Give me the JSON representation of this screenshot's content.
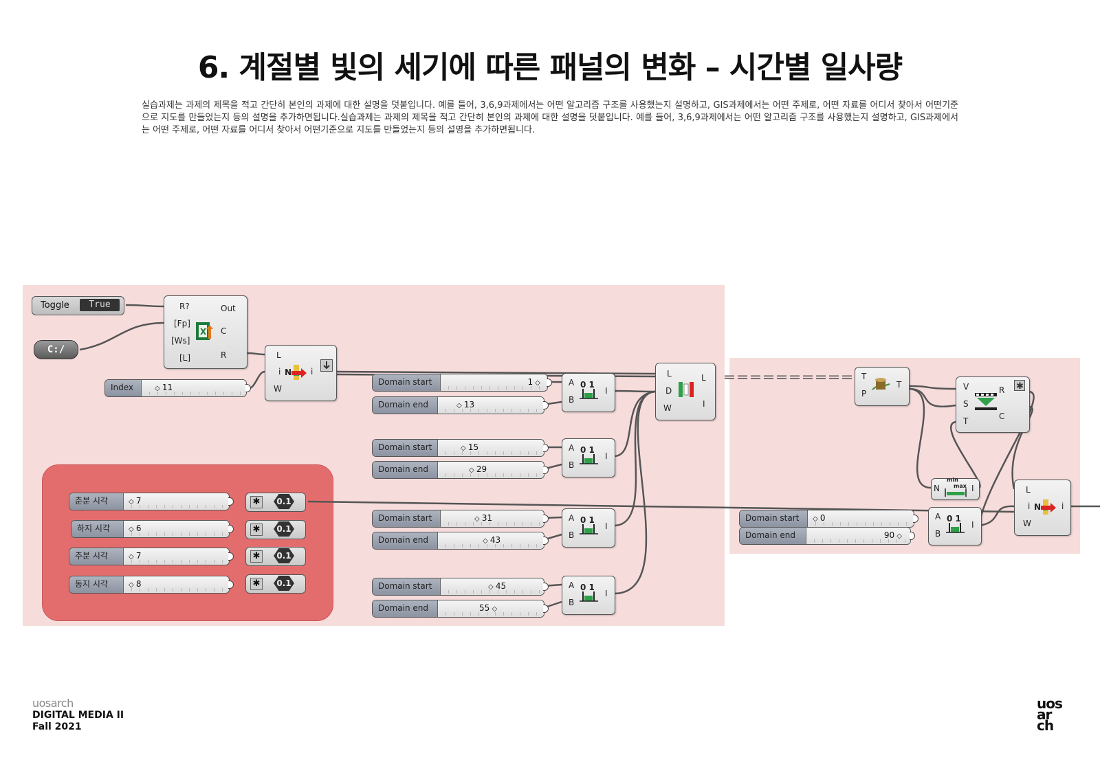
{
  "page": {
    "title": "6. 계절별 빛의 세기에 따른 패널의 변화 – 시간별 일사량",
    "description": "실습과제는 과제의 제목을 적고 간단히 본인의 과제에 대한 설명을 덧붙입니다. 예를 들어, 3,6,9과제에서는 어떤 알고리즘 구조를 사용했는지 설명하고, GIS과제에서는 어떤 주제로, 어떤 자료를 어디서 찾아서 어떤기준으로 지도를 만들었는지 등의 설명을 추가하면됩니다.실습과제는 과제의 제목을 적고 간단히 본인의 과제에 대한 설명을 덧붙입니다. 예를 들어, 3,6,9과제에서는 어떤 알고리즘 구조를 사용했는지 설명하고, GIS과제에서는 어떤 주제로, 어떤 자료를 어디서 찾아서 어떤기준으로 지도를 만들었는지 등의 설명을 추가하면됩니다."
  },
  "toggle": {
    "label": "Toggle",
    "value": "True"
  },
  "path": {
    "label": "C:/"
  },
  "excel_reader": {
    "inputs": [
      "R?",
      "[Fp]",
      "[Ws]",
      "[L]"
    ],
    "outputs": [
      "Out",
      "C",
      "R"
    ]
  },
  "index_slider": {
    "name": "Index",
    "value": "11"
  },
  "list_item_1": {
    "inputs": [
      "L",
      "i",
      "W"
    ],
    "outputs": [
      "i"
    ]
  },
  "domains": [
    {
      "start_label": "Domain start",
      "start_value": "1",
      "end_label": "Domain end",
      "end_value": "13"
    },
    {
      "start_label": "Domain start",
      "start_value": "15",
      "end_label": "Domain end",
      "end_value": "29"
    },
    {
      "start_label": "Domain start",
      "start_value": "31",
      "end_label": "Domain end",
      "end_value": "43"
    },
    {
      "start_label": "Domain start",
      "start_value": "45",
      "end_label": "Domain end",
      "end_value": "55"
    }
  ],
  "range_component": {
    "inputs": [
      "A",
      "B"
    ],
    "outputs": [
      "I"
    ]
  },
  "season_sliders": [
    {
      "name": "춘분 시각",
      "value": "7",
      "multiplier": "0.1"
    },
    {
      "name": "하지 시각",
      "value": "6",
      "multiplier": "0.1"
    },
    {
      "name": "추분 시각",
      "value": "7",
      "multiplier": "0.1"
    },
    {
      "name": "동지 시각",
      "value": "8",
      "multiplier": "0.1"
    }
  ],
  "sublist": {
    "inputs": [
      "L",
      "D",
      "W"
    ],
    "outputs": [
      "L",
      "I"
    ]
  },
  "tree_shift": {
    "inputs": [
      "T",
      "P"
    ],
    "outputs": [
      "T"
    ]
  },
  "remap": {
    "inputs": [
      "V",
      "S",
      "T"
    ],
    "outputs": [
      "R",
      "C"
    ]
  },
  "bounds": {
    "label_top": "min",
    "label_bottom": "max",
    "inputs": [
      "N"
    ],
    "outputs": [
      "I"
    ]
  },
  "right_domain": {
    "start_label": "Domain start",
    "start_value": "0",
    "end_label": "Domain end",
    "end_value": "90"
  },
  "list_item_2": {
    "inputs": [
      "L",
      "i",
      "W"
    ],
    "outputs": [
      "i"
    ]
  },
  "footer": {
    "logo_small": "uosarch",
    "course": "DIGITAL MEDIA II",
    "term": "Fall 2021",
    "uos_logo_lines": [
      "uos",
      "ar",
      "ch"
    ]
  }
}
